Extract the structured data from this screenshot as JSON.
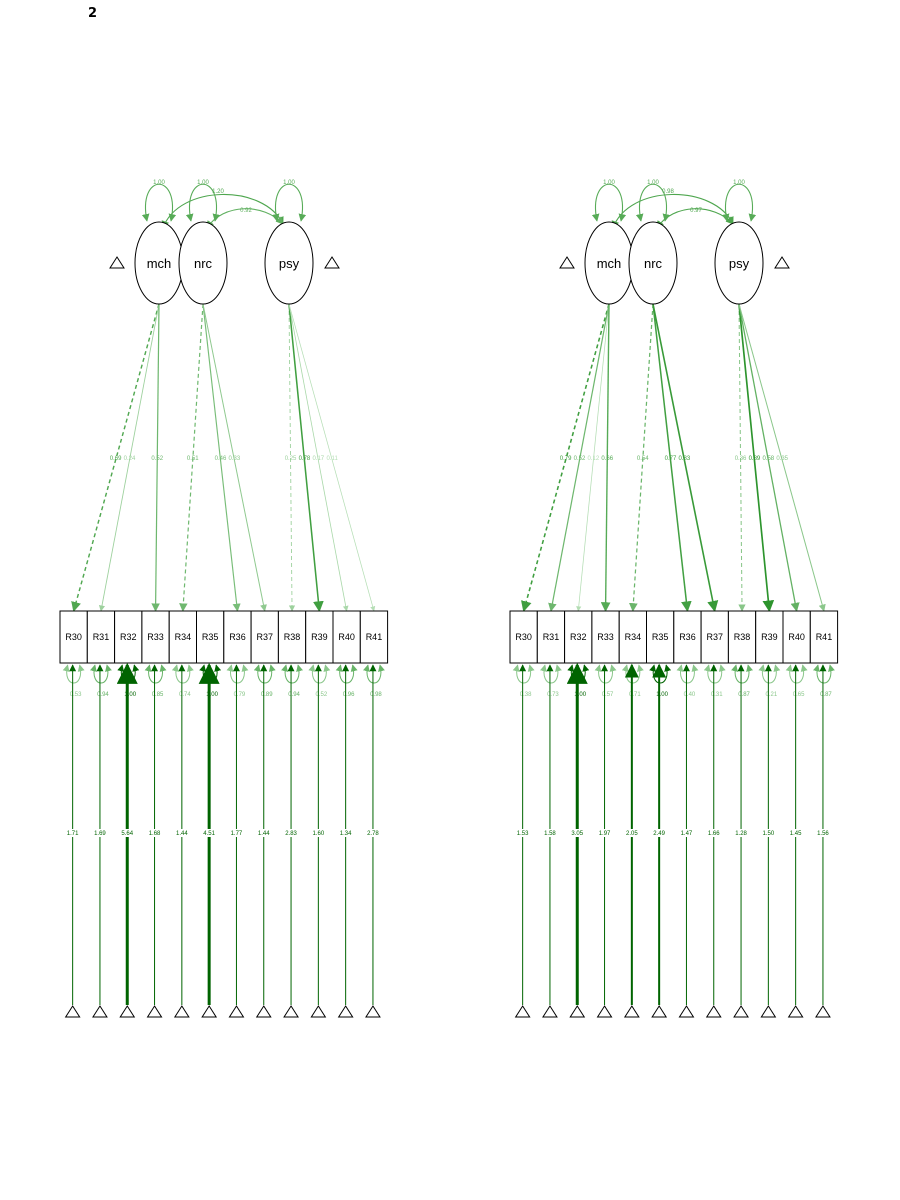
{
  "page_number": "2",
  "colors": {
    "edge": "#1e8c1e",
    "edge_light": "#9bd49b",
    "edge_dark": "#006400",
    "node_stroke": "#000000"
  },
  "panels": [
    {
      "name": "left",
      "latents": [
        "mch",
        "nrc",
        "psy"
      ],
      "latent_variances": [
        "1.00",
        "1.00",
        "1.00"
      ],
      "covariances": [
        {
          "from": "mch",
          "to": "psy",
          "label": "1.20"
        },
        {
          "from": "nrc",
          "to": "psy",
          "label": "0.92"
        }
      ],
      "indicators": [
        "R30",
        "R31",
        "R32",
        "R33",
        "R34",
        "R35",
        "R36",
        "R37",
        "R38",
        "R39",
        "R40",
        "R41"
      ],
      "loadings": [
        {
          "latent": "mch",
          "indicator": "R30",
          "label": "0.69",
          "dashed": true,
          "strength": 0.69
        },
        {
          "latent": "mch",
          "indicator": "R31",
          "label": "0.24",
          "dashed": false,
          "strength": 0.24
        },
        {
          "latent": "mch",
          "indicator": "R33",
          "label": "0.52",
          "dashed": false,
          "strength": 0.52
        },
        {
          "latent": "nrc",
          "indicator": "R34",
          "label": "0.51",
          "dashed": true,
          "strength": 0.51
        },
        {
          "latent": "nrc",
          "indicator": "R36",
          "label": "0.46",
          "dashed": false,
          "strength": 0.46
        },
        {
          "latent": "nrc",
          "indicator": "R37",
          "label": "0.33",
          "dashed": false,
          "strength": 0.33
        },
        {
          "latent": "psy",
          "indicator": "R38",
          "label": "0.25",
          "dashed": true,
          "strength": 0.25
        },
        {
          "latent": "psy",
          "indicator": "R39",
          "label": "0.78",
          "dashed": false,
          "strength": 0.78
        },
        {
          "latent": "psy",
          "indicator": "R40",
          "label": "0.17",
          "dashed": false,
          "strength": 0.17
        },
        {
          "latent": "psy",
          "indicator": "R41",
          "label": "0.11",
          "dashed": false,
          "strength": 0.11
        }
      ],
      "residual_variances": [
        "0.53",
        "0.94",
        "1.00",
        "0.85",
        "0.74",
        "1.00",
        "0.79",
        "0.89",
        "0.94",
        "0.52",
        "0.96",
        "0.98"
      ],
      "intercepts": [
        "1.71",
        "1.69",
        "5.64",
        "1.68",
        "1.44",
        "4.51",
        "1.77",
        "1.44",
        "2.83",
        "1.60",
        "1.34",
        "2.78"
      ],
      "intercept_widths": [
        1,
        1,
        3,
        1,
        1,
        3,
        1,
        1,
        1,
        1,
        1,
        1
      ]
    },
    {
      "name": "right",
      "latents": [
        "mch",
        "nrc",
        "psy"
      ],
      "latent_variances": [
        "1.00",
        "1.00",
        "1.00"
      ],
      "covariances": [
        {
          "from": "mch",
          "to": "psy",
          "label": "0.98"
        },
        {
          "from": "nrc",
          "to": "psy",
          "label": "0.97"
        }
      ],
      "indicators": [
        "R30",
        "R31",
        "R32",
        "R33",
        "R34",
        "R35",
        "R36",
        "R37",
        "R38",
        "R39",
        "R40",
        "R41"
      ],
      "loadings": [
        {
          "latent": "mch",
          "indicator": "R30",
          "label": "0.79",
          "dashed": true,
          "strength": 0.79
        },
        {
          "latent": "mch",
          "indicator": "R31",
          "label": "0.52",
          "dashed": false,
          "strength": 0.52
        },
        {
          "latent": "mch",
          "indicator": "R32",
          "label": "0.12",
          "dashed": false,
          "strength": 0.12
        },
        {
          "latent": "mch",
          "indicator": "R33",
          "label": "0.66",
          "dashed": false,
          "strength": 0.66
        },
        {
          "latent": "nrc",
          "indicator": "R34",
          "label": "0.54",
          "dashed": true,
          "strength": 0.54
        },
        {
          "latent": "nrc",
          "indicator": "R36",
          "label": "0.77",
          "dashed": false,
          "strength": 0.77
        },
        {
          "latent": "nrc",
          "indicator": "R37",
          "label": "0.83",
          "dashed": false,
          "strength": 0.83
        },
        {
          "latent": "psy",
          "indicator": "R38",
          "label": "0.36",
          "dashed": true,
          "strength": 0.36
        },
        {
          "latent": "psy",
          "indicator": "R39",
          "label": "0.89",
          "dashed": false,
          "strength": 0.89
        },
        {
          "latent": "psy",
          "indicator": "R40",
          "label": "0.58",
          "dashed": false,
          "strength": 0.58
        },
        {
          "latent": "psy",
          "indicator": "R41",
          "label": "0.35",
          "dashed": false,
          "strength": 0.35
        }
      ],
      "residual_variances": [
        "0.38",
        "0.73",
        "1.00",
        "0.57",
        "0.71",
        "1.00",
        "0.40",
        "0.31",
        "0.87",
        "0.21",
        "0.65",
        "0.87"
      ],
      "intercepts": [
        "1.53",
        "1.58",
        "3.05",
        "1.97",
        "2.05",
        "2.49",
        "1.47",
        "1.66",
        "1.28",
        "1.50",
        "1.45",
        "1.56"
      ],
      "intercept_widths": [
        1,
        1,
        3,
        1,
        2,
        2,
        1,
        1,
        1,
        1,
        1,
        1
      ]
    }
  ]
}
